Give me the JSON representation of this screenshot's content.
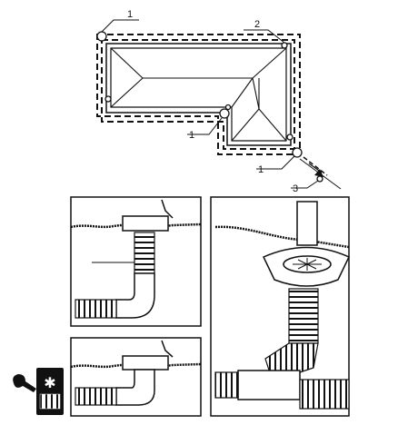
{
  "callouts": {
    "top_left": "1",
    "top_right": "2",
    "mid_left": "1",
    "bottom_mid": "1",
    "drain": "3"
  },
  "icons": {
    "warning": "tools-warning-icon"
  }
}
